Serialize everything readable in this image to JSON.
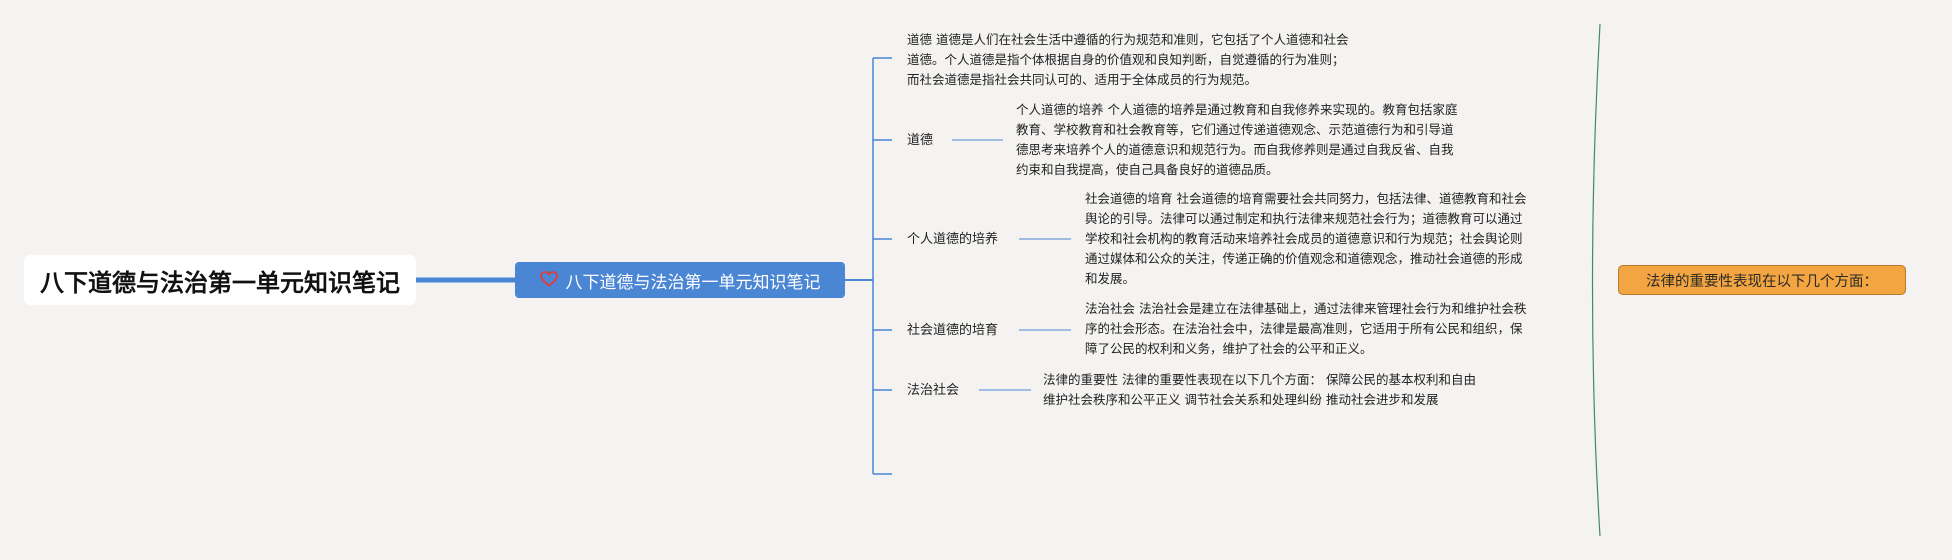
{
  "root": {
    "title": "八下道德与法治第一单元知识笔记"
  },
  "main_topic": {
    "icon": "heart-outline-icon",
    "title": "八下道德与法治第一单元知识笔记"
  },
  "floating_topic": {
    "text": "法律的重要性表现在以下几个方面："
  },
  "branches": [
    {
      "label": "",
      "note_lines": [
        "道德 道德是人们在社会生活中遵循的行为规范和准则，它包括了个人道德和社会",
        "道德。个人道德是指个体根据自身的价值观和良知判断，自觉遵循的行为准则；",
        "而社会道德是指社会共同认可的、适用于全体成员的行为规范。"
      ]
    },
    {
      "label": "道德",
      "note_lines": [
        "个人道德的培养 个人道德的培养是通过教育和自我修养来实现的。教育包括家庭",
        "教育、学校教育和社会教育等，它们通过传递道德观念、示范道德行为和引导道",
        "德思考来培养个人的道德意识和规范行为。而自我修养则是通过自我反省、自我",
        "约束和自我提高，使自己具备良好的道德品质。"
      ]
    },
    {
      "label": "个人道德的培养",
      "note_lines": [
        "社会道德的培育 社会道德的培育需要社会共同努力，包括法律、道德教育和社会",
        "舆论的引导。法律可以通过制定和执行法律来规范社会行为；道德教育可以通过",
        "学校和社会机构的教育活动来培养社会成员的道德意识和行为规范；社会舆论则",
        "通过媒体和公众的关注，传递正确的价值观念和道德观念，推动社会道德的形成",
        "和发展。"
      ]
    },
    {
      "label": "社会道德的培育",
      "note_lines": [
        "法治社会 法治社会是建立在法律基础上，通过法律来管理社会行为和维护社会秩",
        "序的社会形态。在法治社会中，法律是最高准则，它适用于所有公民和组织，保",
        "障了公民的权利和义务，维护了社会的公平和正义。"
      ]
    },
    {
      "label": "法治社会",
      "note_lines": [
        "法律的重要性 法律的重要性表现在以下几个方面： 保障公民的基本权利和自由",
        "维护社会秩序和公平正义 调节社会关系和处理纠纷 推动社会进步和发展"
      ]
    }
  ],
  "colors": {
    "background": "#f4f3f1",
    "main_topic_fill": "#4a86d4",
    "root_connector": "#4a86d4",
    "branch_line": "#4a86d4",
    "floating_topic_fill": "#f2a540",
    "boundary_line": "#3f8a6a"
  }
}
